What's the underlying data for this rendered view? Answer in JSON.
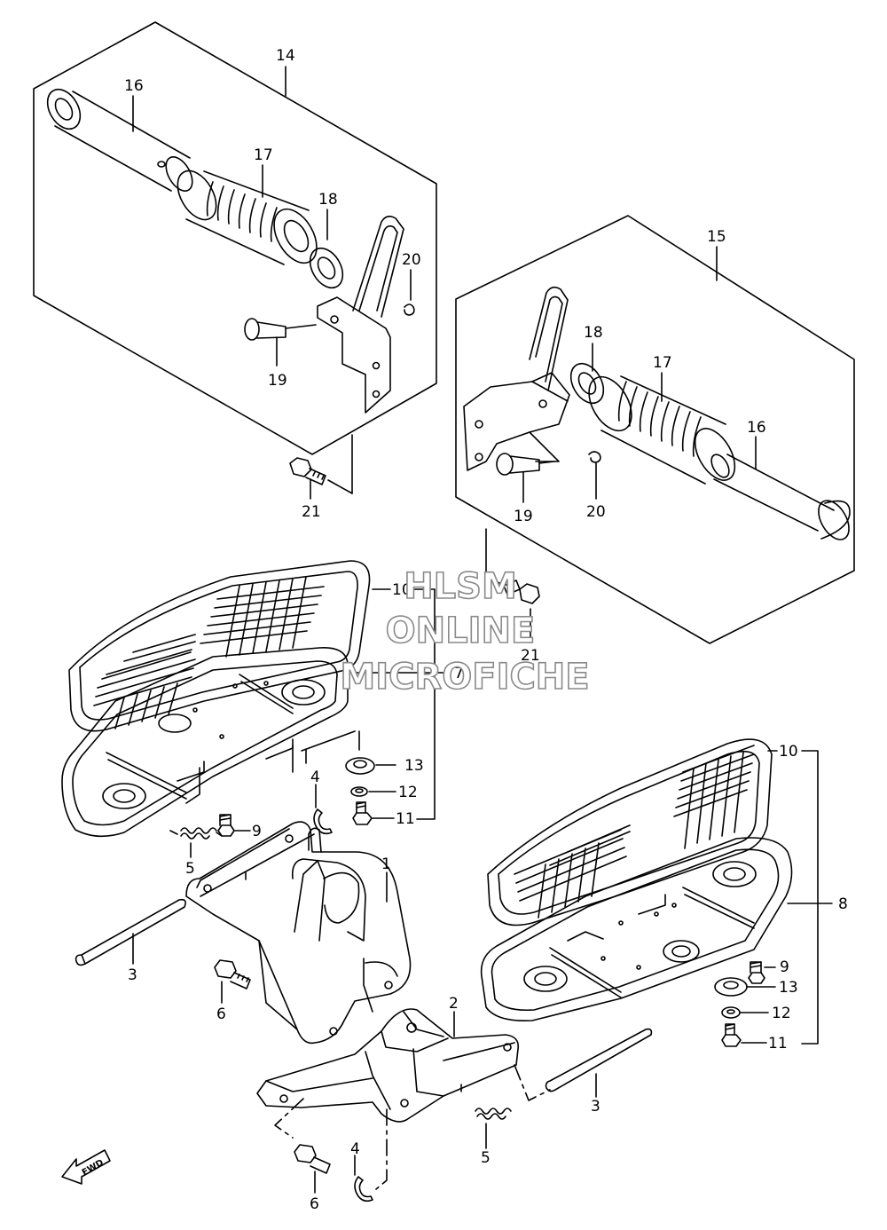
{
  "labels": {
    "l14": "14",
    "l16a": "16",
    "l17a": "17",
    "l18a": "18",
    "l20a": "20",
    "l19a": "19",
    "l21a": "21",
    "l15": "15",
    "l18b": "18",
    "l17b": "17",
    "l16b": "16",
    "l19b": "19",
    "l20b": "20",
    "l21b": "21",
    "l10a": "10",
    "l7": "7",
    "l13a": "13",
    "l12a": "12",
    "l11a": "11",
    "l4a": "4",
    "l9a": "9",
    "l5a": "5",
    "l1": "1",
    "l3a": "3",
    "l6a": "6",
    "l2": "2",
    "l10b": "10",
    "l8": "8",
    "l9b": "9",
    "l13b": "13",
    "l12b": "12",
    "l11b": "11",
    "l3b": "3",
    "l5b": "5",
    "l4b": "4",
    "l6b": "6"
  },
  "watermark": {
    "line1": "HLSM",
    "line2": "ONLINE",
    "line3": "MICROFICHE"
  },
  "fwd_label": "FWD"
}
